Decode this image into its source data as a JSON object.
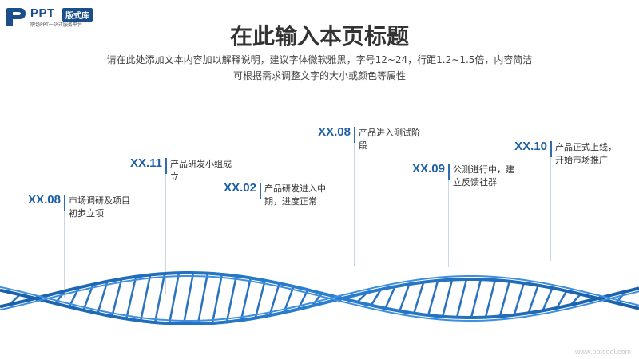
{
  "logo": {
    "name": "PPT",
    "badge": "版式库",
    "tagline": "职场PPT一站式服务平台"
  },
  "title": "在此输入本页标题",
  "subtitle_line1": "请在此处添加文本内容加以解释说明，建议字体微软雅黑，字号12~24，行距1.2~1.5倍，内容简洁",
  "subtitle_line2": "可根据需求调整文字的大小或颜色等属性",
  "milestones": [
    {
      "date": "XX.08",
      "text": "市场调研及项目初步立项"
    },
    {
      "date": "XX.11",
      "text": "产品研发小组成立"
    },
    {
      "date": "XX.02",
      "text": "产品研发进入中期，进度正常"
    },
    {
      "date": "XX.08",
      "text": "产品进入测试阶段"
    },
    {
      "date": "XX.09",
      "text": "公测进行中，建立反馈社群"
    },
    {
      "date": "XX.10",
      "text": "产品正式上线，开始市场推广"
    }
  ],
  "watermark": "www.pptcool.com",
  "colors": {
    "accent": "#1f5fa5",
    "wave_dark": "#1a5fa8",
    "wave_light": "#4f9fe0"
  }
}
